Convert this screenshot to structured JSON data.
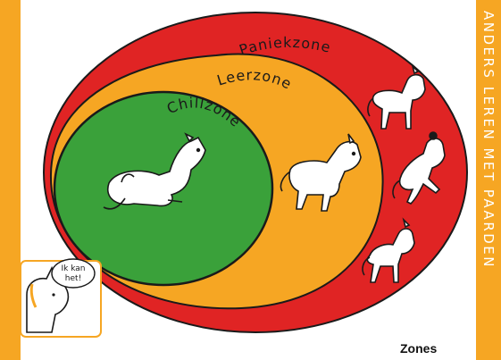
{
  "brand": {
    "vertical_text": "ANDERS LEREN MET PAARDEN"
  },
  "zones": {
    "panic": {
      "label": "Paniekzone",
      "color": "#e02424"
    },
    "learning": {
      "label": "Leerzone",
      "color": "#f6a623"
    },
    "comfort": {
      "label": "Chillzone",
      "color": "#3aa13a"
    }
  },
  "logo": {
    "speech_text_line1": "Ik kan",
    "speech_text_line2": "het!"
  },
  "caption": "Zones",
  "icons": [
    "horse-lying-icon",
    "horse-nervous-icon",
    "horse-panic-icon",
    "horse-rearing-icon",
    "horse-bucking-icon",
    "logo-horse-icon"
  ]
}
